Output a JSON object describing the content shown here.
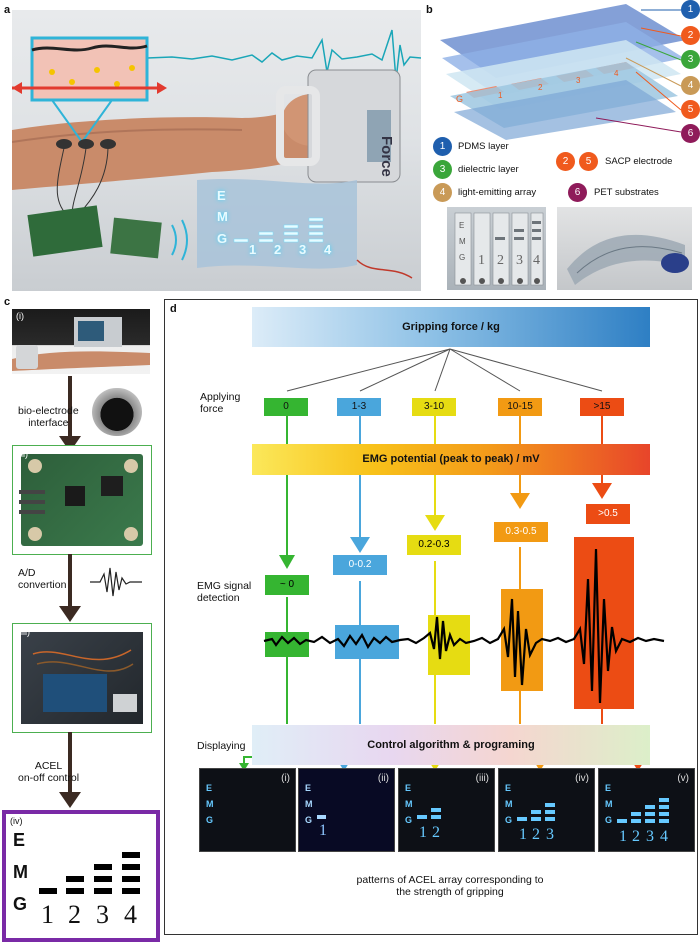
{
  "panel_labels": {
    "a": "a",
    "b": "b",
    "c": "c",
    "d": "d"
  },
  "panel_a": {
    "device_word": "Force",
    "array_rows": [
      "E",
      "M",
      "G"
    ],
    "array_cols": [
      "1",
      "2",
      "3",
      "4"
    ]
  },
  "panel_b": {
    "callouts": [
      "1",
      "2",
      "3",
      "4",
      "5",
      "6"
    ],
    "layer_mark": "G",
    "layer_nums": [
      "1",
      "2",
      "3",
      "4"
    ],
    "legend": [
      {
        "nums": [
          "1"
        ],
        "text": "PDMS layer",
        "color": "#1f5fae"
      },
      {
        "nums": [
          "3"
        ],
        "text": "dielectric layer",
        "color": "#3aa63a"
      },
      {
        "nums": [
          "4"
        ],
        "text": "light-emitting array",
        "color": "#c99a57"
      },
      {
        "nums": [
          "2",
          "5"
        ],
        "text": "SACP electrode",
        "color": "#f05a1d"
      },
      {
        "nums": [
          "6"
        ],
        "text": "PET substrates",
        "color": "#8f1b5a"
      }
    ],
    "photo_cols": [
      "1",
      "2",
      "3",
      "4"
    ],
    "photo_rows": [
      "E",
      "M",
      "G"
    ]
  },
  "panel_c": {
    "steps": [
      "(i)",
      "(ii)",
      "(iii)",
      "(iv)"
    ],
    "bio_electrode": "bio-electrode\ninterface",
    "ad": "A/D\nconvertion",
    "acel": "ACEL\non-off control",
    "display_rows": [
      "E",
      "M",
      "G"
    ],
    "display_cols": [
      "1",
      "2",
      "3",
      "4"
    ]
  },
  "panel_d": {
    "gripping_force": "Gripping force / kg",
    "applying_force": "Applying\nforce",
    "force_levels": [
      {
        "label": "0",
        "color": "#35b531"
      },
      {
        "label": "1-3",
        "color": "#4aa6dc"
      },
      {
        "label": "3-10",
        "color": "#e6dc12"
      },
      {
        "label": "10-15",
        "color": "#f29a13"
      },
      {
        "label": ">15",
        "color": "#ec4c14"
      }
    ],
    "emg_potential": "EMG potential (peak to peak) / mV",
    "emg_values": [
      "~ 0",
      "0-0.2",
      "0.2-0.3",
      "0.3-0.5",
      ">0.5"
    ],
    "emg_detection": "EMG signal\ndetection",
    "displaying": "Displaying",
    "control": "Control algorithm & programing",
    "tiles": [
      "(i)",
      "(ii)",
      "(iii)",
      "(iv)",
      "(v)"
    ],
    "tile_rows": [
      "E",
      "M",
      "G"
    ],
    "tile_nums": [
      "1",
      "2",
      "3",
      "4"
    ],
    "caption": "patterns of ACEL array corresponding to\nthe strength of gripping"
  }
}
